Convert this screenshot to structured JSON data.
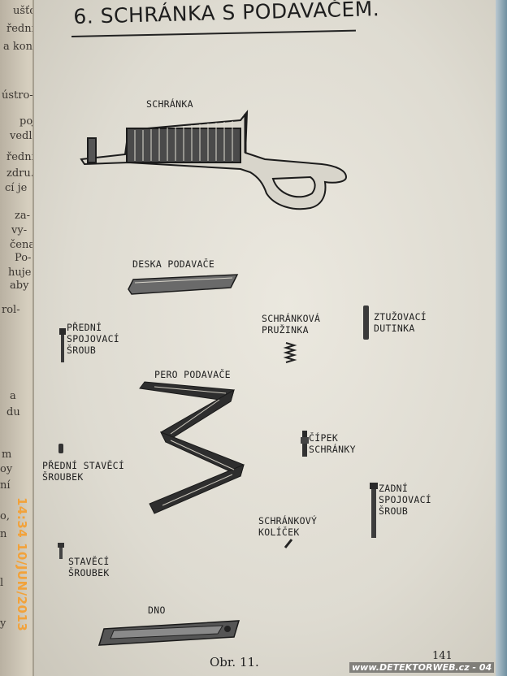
{
  "left_page_fragments": [
    "ušťové",
    "ředním",
    "a kon-",
    "ústro-",
    "poj-",
    "vedle",
    "ředni",
    "zdru.",
    "cí je",
    "za-",
    "vy-",
    "čena",
    "Po-",
    "huje",
    "aby",
    "rol-",
    "a",
    "du",
    "m",
    "oy",
    "ní",
    "o,",
    "n",
    "l",
    "y"
  ],
  "heading": "6. SCHRÁNKA S PODAVAČEM.",
  "labels": {
    "schranka": "SCHRÁNKA",
    "deska": "DESKA PODAVAČE",
    "predni_sroub": "PŘEDNÍ\nSPOJOVACÍ\nŠROUB",
    "pruzinka": "SCHRÁNKOVÁ\nPRUŽINKA",
    "dutinka": "ZTUŽOVACÍ\nDUTINKA",
    "pero": "PERO PODAVAČE",
    "cipek": "ČÍPEK\nSCHRÁNKY",
    "predni_stavecí": "PŘEDNÍ STAVĚCÍ\nŠROUBEK",
    "zadni_sroub": "ZADNÍ\nSPOJOVACÍ\nŠROUB",
    "kolicek": "SCHRÁNKOVÝ\nKOLÍČEK",
    "zadni_stavecí": "STAVĚCÍ\nŠROUBEK",
    "dno": "DNO"
  },
  "caption": "Obr. 11.",
  "page_number": "141",
  "timestamp": "14:34 10/JUN/2013",
  "watermark": "www.DETEKTORWEB.cz - 04",
  "colors": {
    "paper": "#e6e3da",
    "ink": "#1f1f1f",
    "timestamp": "#f2a23a"
  }
}
